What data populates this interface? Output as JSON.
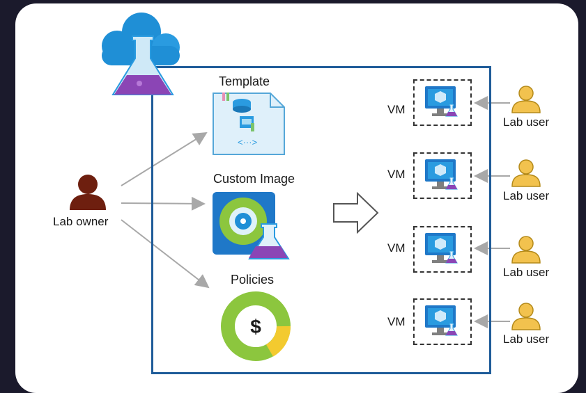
{
  "diagram": {
    "lab_owner": "Lab owner",
    "template": "Template",
    "custom_image": "Custom Image",
    "policies": "Policies",
    "policies_symbol": "$",
    "vms": [
      {
        "label": "VM",
        "user": "Lab user"
      },
      {
        "label": "VM",
        "user": "Lab user"
      },
      {
        "label": "VM",
        "user": "Lab user"
      },
      {
        "label": "VM",
        "user": "Lab user"
      }
    ]
  },
  "colors": {
    "frame": "#1f5c99",
    "owner": "#6e1f0f",
    "user": "#f2c24e",
    "user_outline": "#b48a1a",
    "azure_blue": "#1f8fd6",
    "flask_purple": "#8b45b5",
    "arrow_gray": "#a8a8a8",
    "donut_green": "#8cc63e",
    "donut_yellow": "#f3ca2f"
  },
  "icons": {
    "lab_service": "azure-lab-services-icon",
    "template": "template-icon",
    "custom_image": "custom-image-icon",
    "policies": "policies-icon",
    "vm": "vm-icon",
    "user": "person-icon"
  }
}
